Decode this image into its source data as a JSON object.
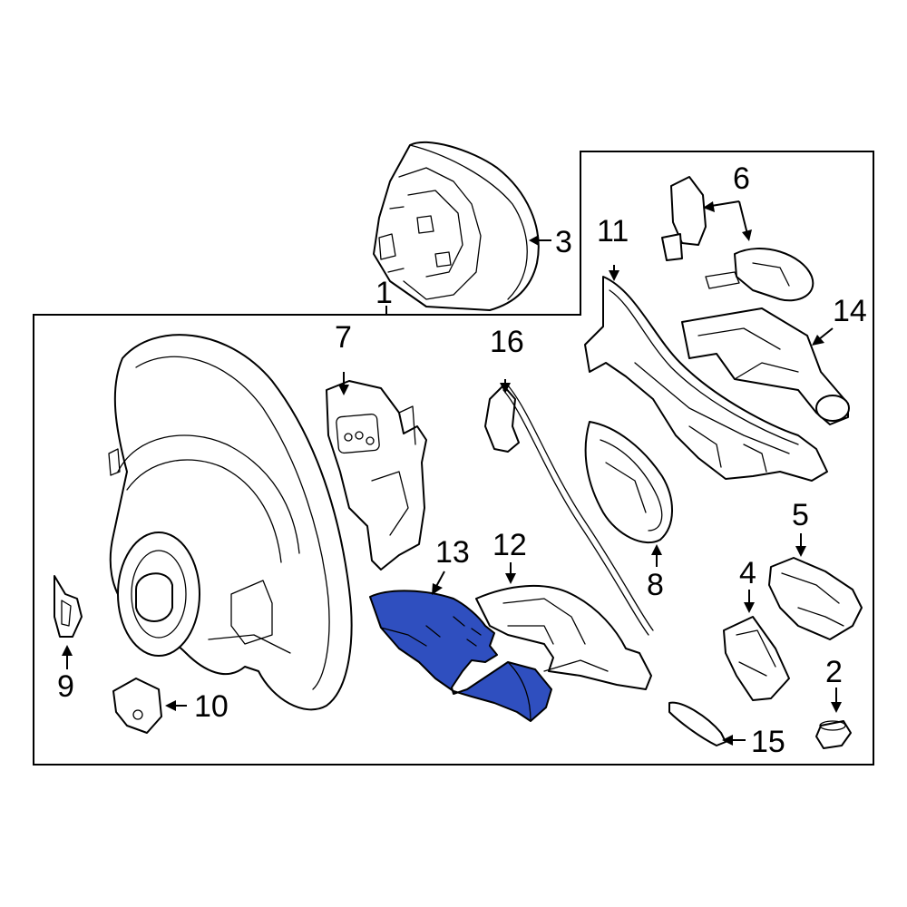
{
  "diagram": {
    "highlight_color": "#2f4fbf",
    "callouts": {
      "c1": "1",
      "c2": "2",
      "c3": "3",
      "c4": "4",
      "c5": "5",
      "c6": "6",
      "c7": "7",
      "c8": "8",
      "c9": "9",
      "c10": "10",
      "c11": "11",
      "c12": "12",
      "c13": "13",
      "c14": "14",
      "c15": "15",
      "c16": "16"
    },
    "highlighted_part": "13"
  }
}
